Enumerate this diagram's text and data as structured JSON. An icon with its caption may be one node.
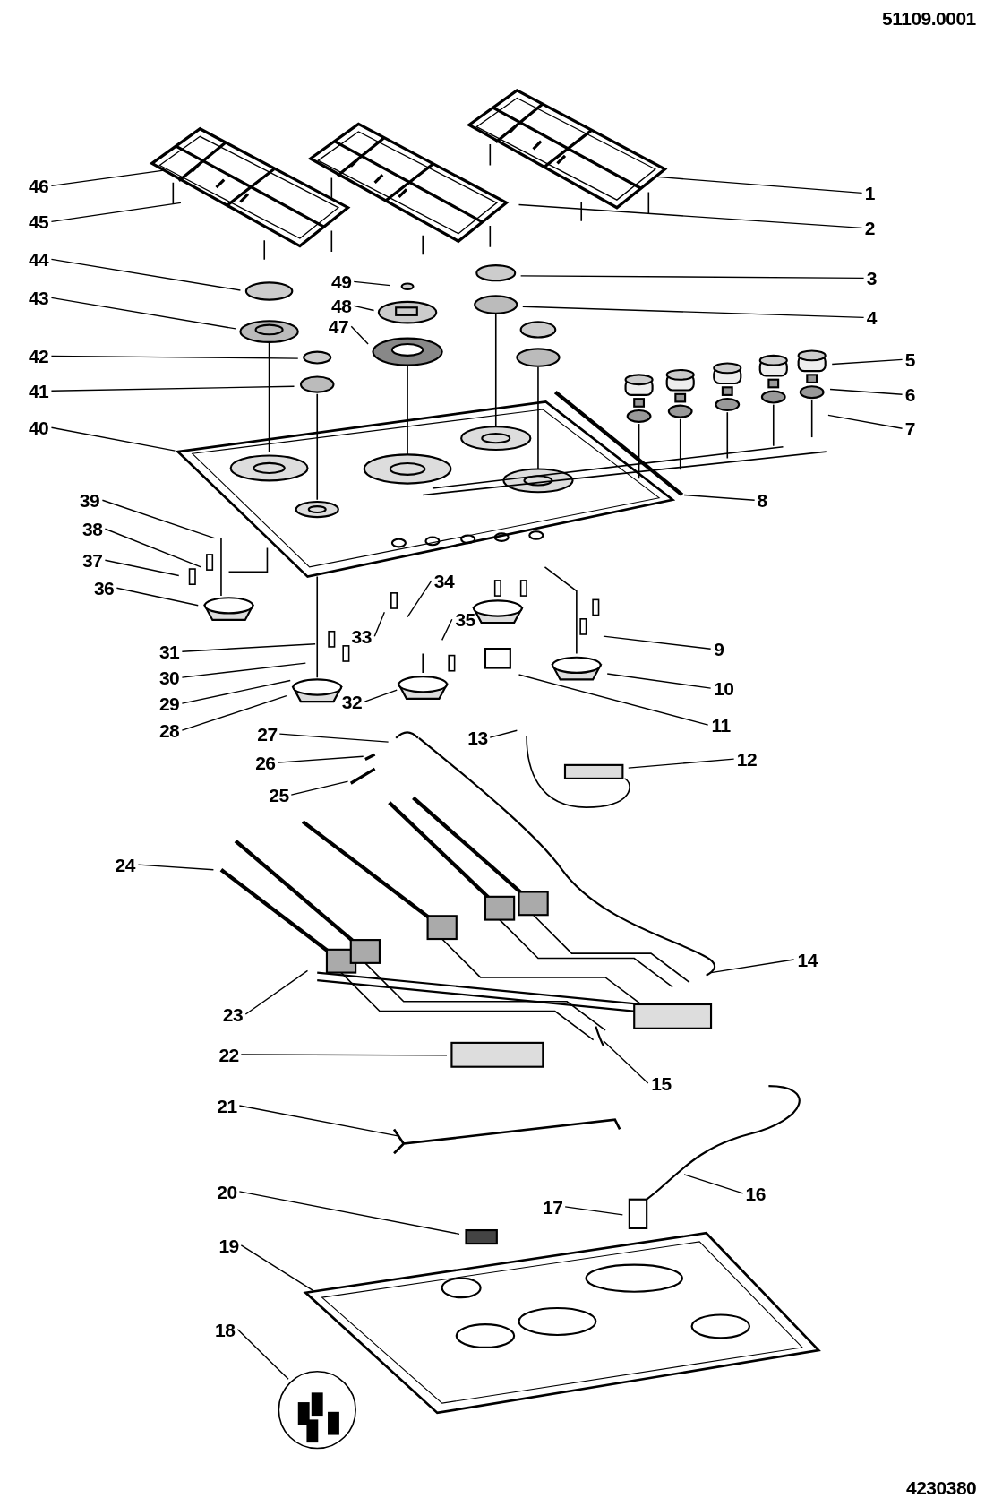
{
  "diagram": {
    "nodes": [
      {
        "text": [
          "1"
        ]
      },
      {
        "text": [
          "2"
        ]
      },
      {
        "text": [
          "3"
        ]
      },
      {
        "text": [
          "4"
        ]
      },
      {
        "text": [
          "5"
        ]
      },
      {
        "text": [
          "6"
        ]
      },
      {
        "text": [
          "7"
        ]
      },
      {
        "text": [
          "8"
        ]
      },
      {
        "text": [
          "9"
        ]
      },
      {
        "text": [
          "10"
        ]
      },
      {
        "text": [
          "11"
        ]
      },
      {
        "text": [
          "12"
        ]
      },
      {
        "text": [
          "13"
        ]
      },
      {
        "text": [
          "14"
        ]
      },
      {
        "text": [
          "15"
        ]
      },
      {
        "text": [
          "16"
        ]
      },
      {
        "text": [
          "17"
        ]
      },
      {
        "text": [
          "18"
        ]
      },
      {
        "text": [
          "19"
        ]
      },
      {
        "text": [
          "20"
        ]
      },
      {
        "text": [
          "21"
        ]
      },
      {
        "text": [
          "22"
        ]
      },
      {
        "text": [
          "23"
        ]
      },
      {
        "text": [
          "24"
        ]
      },
      {
        "text": [
          "25"
        ]
      },
      {
        "text": [
          "26"
        ]
      },
      {
        "text": [
          "27"
        ]
      },
      {
        "text": [
          "28"
        ]
      },
      {
        "text": [
          "29"
        ]
      },
      {
        "text": [
          "30"
        ]
      },
      {
        "text": [
          "31"
        ]
      },
      {
        "text": [
          "32"
        ]
      },
      {
        "text": [
          "33"
        ]
      },
      {
        "text": [
          "34"
        ]
      },
      {
        "text": [
          "35"
        ]
      },
      {
        "text": [
          "36"
        ]
      },
      {
        "text": [
          "37"
        ]
      },
      {
        "text": [
          "38"
        ]
      },
      {
        "text": [
          "39"
        ]
      },
      {
        "text": [
          "40"
        ]
      },
      {
        "text": [
          "41"
        ]
      },
      {
        "text": [
          "42"
        ]
      },
      {
        "text": [
          "43"
        ]
      },
      {
        "text": [
          "44"
        ]
      },
      {
        "text": [
          "45"
        ]
      },
      {
        "text": [
          "46"
        ]
      },
      {
        "text": [
          "47"
        ]
      },
      {
        "text": [
          "48"
        ]
      },
      {
        "text": [
          "49"
        ]
      }
    ],
    "edges": [
      {
        "from": 0,
        "to": null,
        "arrow": "none"
      },
      {
        "from": 1,
        "to": null,
        "arrow": "none"
      },
      {
        "from": 2,
        "to": null,
        "arrow": "none"
      },
      {
        "from": 3,
        "to": null,
        "arrow": "none"
      },
      {
        "from": 4,
        "to": null,
        "arrow": "none"
      },
      {
        "from": 5,
        "to": null,
        "arrow": "none"
      },
      {
        "from": 6,
        "to": null,
        "arrow": "none"
      },
      {
        "from": 7,
        "to": null,
        "arrow": "none"
      },
      {
        "from": 8,
        "to": null,
        "arrow": "none"
      },
      {
        "from": 9,
        "to": null,
        "arrow": "none"
      },
      {
        "from": 10,
        "to": null,
        "arrow": "none"
      },
      {
        "from": 11,
        "to": null,
        "arrow": "none"
      },
      {
        "from": 12,
        "to": null,
        "arrow": "none"
      },
      {
        "from": 13,
        "to": null,
        "arrow": "none"
      },
      {
        "from": 14,
        "to": null,
        "arrow": "none"
      },
      {
        "from": 15,
        "to": null,
        "arrow": "none"
      },
      {
        "from": 16,
        "to": null,
        "arrow": "none"
      },
      {
        "from": 17,
        "to": null,
        "arrow": "none"
      },
      {
        "from": 18,
        "to": null,
        "arrow": "none"
      },
      {
        "from": 19,
        "to": null,
        "arrow": "none"
      },
      {
        "from": 20,
        "to": null,
        "arrow": "none"
      },
      {
        "from": 21,
        "to": null,
        "arrow": "none"
      },
      {
        "from": 22,
        "to": null,
        "arrow": "none"
      },
      {
        "from": 23,
        "to": null,
        "arrow": "none"
      },
      {
        "from": 24,
        "to": null,
        "arrow": "none"
      },
      {
        "from": 25,
        "to": null,
        "arrow": "none"
      },
      {
        "from": 26,
        "to": null,
        "arrow": "none"
      },
      {
        "from": 27,
        "to": null,
        "arrow": "none"
      },
      {
        "from": 28,
        "to": null,
        "arrow": "none"
      },
      {
        "from": 29,
        "to": null,
        "arrow": "none"
      },
      {
        "from": 30,
        "to": null,
        "arrow": "none"
      },
      {
        "from": 31,
        "to": null,
        "arrow": "none"
      },
      {
        "from": 32,
        "to": null,
        "arrow": "none"
      },
      {
        "from": 33,
        "to": null,
        "arrow": "none"
      },
      {
        "from": 34,
        "to": null,
        "arrow": "none"
      },
      {
        "from": 35,
        "to": null,
        "arrow": "none"
      },
      {
        "from": 36,
        "to": null,
        "arrow": "none"
      },
      {
        "from": 37,
        "to": null,
        "arrow": "none"
      },
      {
        "from": 38,
        "to": null,
        "arrow": "none"
      },
      {
        "from": 39,
        "to": null,
        "arrow": "none"
      },
      {
        "from": 40,
        "to": null,
        "arrow": "none"
      },
      {
        "from": 41,
        "to": null,
        "arrow": "none"
      },
      {
        "from": 42,
        "to": null,
        "arrow": "none"
      },
      {
        "from": 43,
        "to": null,
        "arrow": "none"
      },
      {
        "from": 44,
        "to": null,
        "arrow": "none"
      },
      {
        "from": 45,
        "to": null,
        "arrow": "none"
      },
      {
        "from": 46,
        "to": null,
        "arrow": "none"
      },
      {
        "from": 47,
        "to": null,
        "arrow": "none"
      },
      {
        "from": 48,
        "to": null,
        "arrow": "none"
      }
    ],
    "labels": [
      "51109.0001",
      "4230380"
    ]
  }
}
